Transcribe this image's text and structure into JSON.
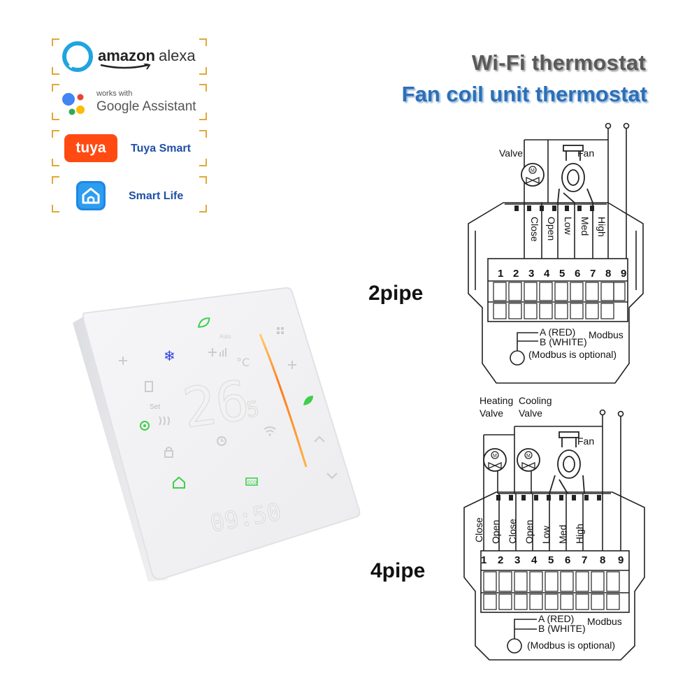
{
  "badges": [
    {
      "brand": "amazon",
      "brand2": "alexa",
      "icon": "alexa-ring-icon"
    },
    {
      "small": "works with",
      "brand": "Google Assistant",
      "icon": "google-assistant-icon"
    },
    {
      "logo_text": "tuya",
      "brand": "Tuya Smart",
      "icon": "tuya-logo-icon"
    },
    {
      "brand": "Smart Life",
      "icon": "smart-life-home-icon"
    }
  ],
  "title_line1": "Wi-Fi thermostat",
  "title_line2": "Fan coil unit thermostat",
  "display": {
    "temperature": "26",
    "temperature_decimal": "5",
    "unit": "°C",
    "clock": "09:50",
    "set_label": "Set",
    "auto_label": "Auto",
    "eco_label": "ECO"
  },
  "diagram_2pipe": {
    "label": "2pipe",
    "valve_label": "Valve",
    "fan_label": "Fan",
    "valve_motor": "M",
    "fan_motor": "",
    "wires": [
      "Close",
      "Open",
      "Low",
      "Med",
      "High"
    ],
    "terminals": [
      "1",
      "2",
      "3",
      "4",
      "5",
      "6",
      "7",
      "8",
      "9"
    ],
    "modbus_a": "A (RED)",
    "modbus_b": "B (WHITE)",
    "modbus": "Modbus",
    "modbus_note": "(Modbus is optional)"
  },
  "diagram_4pipe": {
    "label": "4pipe",
    "heating_valve_label_1": "Heating",
    "heating_valve_label_2": "Valve",
    "cooling_valve_label_1": "Cooling",
    "cooling_valve_label_2": "Valve",
    "fan_label": "Fan",
    "valve_motor": "M",
    "wires": [
      "Close",
      "Open",
      "Close",
      "Open",
      "Low",
      "Med",
      "High"
    ],
    "terminals": [
      "1",
      "2",
      "3",
      "4",
      "5",
      "6",
      "7",
      "8",
      "9"
    ],
    "modbus_a": "A (RED)",
    "modbus_b": "B (WHITE)",
    "modbus": "Modbus",
    "modbus_note": "(Modbus is optional)"
  },
  "colors": {
    "badge_border": "#e0a83a",
    "title_gray": "#5a5a5a",
    "title_blue": "#2d6fb6",
    "alexa_blue": "#1fa4e0",
    "tuya_orange": "#ff4a12",
    "display_green": "#3fcf4a",
    "snowflake_blue": "#2f3fe0"
  }
}
